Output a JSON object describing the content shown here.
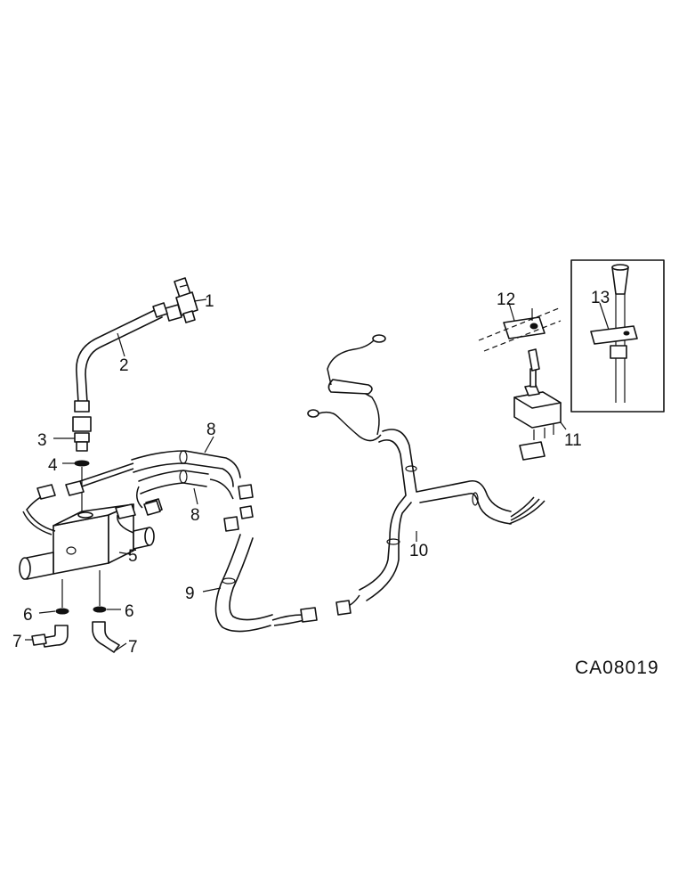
{
  "callouts": {
    "c1": "1",
    "c2": "2",
    "c3": "3",
    "c4": "4",
    "c5": "5",
    "c6a": "6",
    "c6b": "6",
    "c7a": "7",
    "c7b": "7",
    "c8a": "8",
    "c8b": "8",
    "c9": "9",
    "c10": "10",
    "c11": "11",
    "c12": "12",
    "c13": "13"
  },
  "drawing_code": "CA08019"
}
